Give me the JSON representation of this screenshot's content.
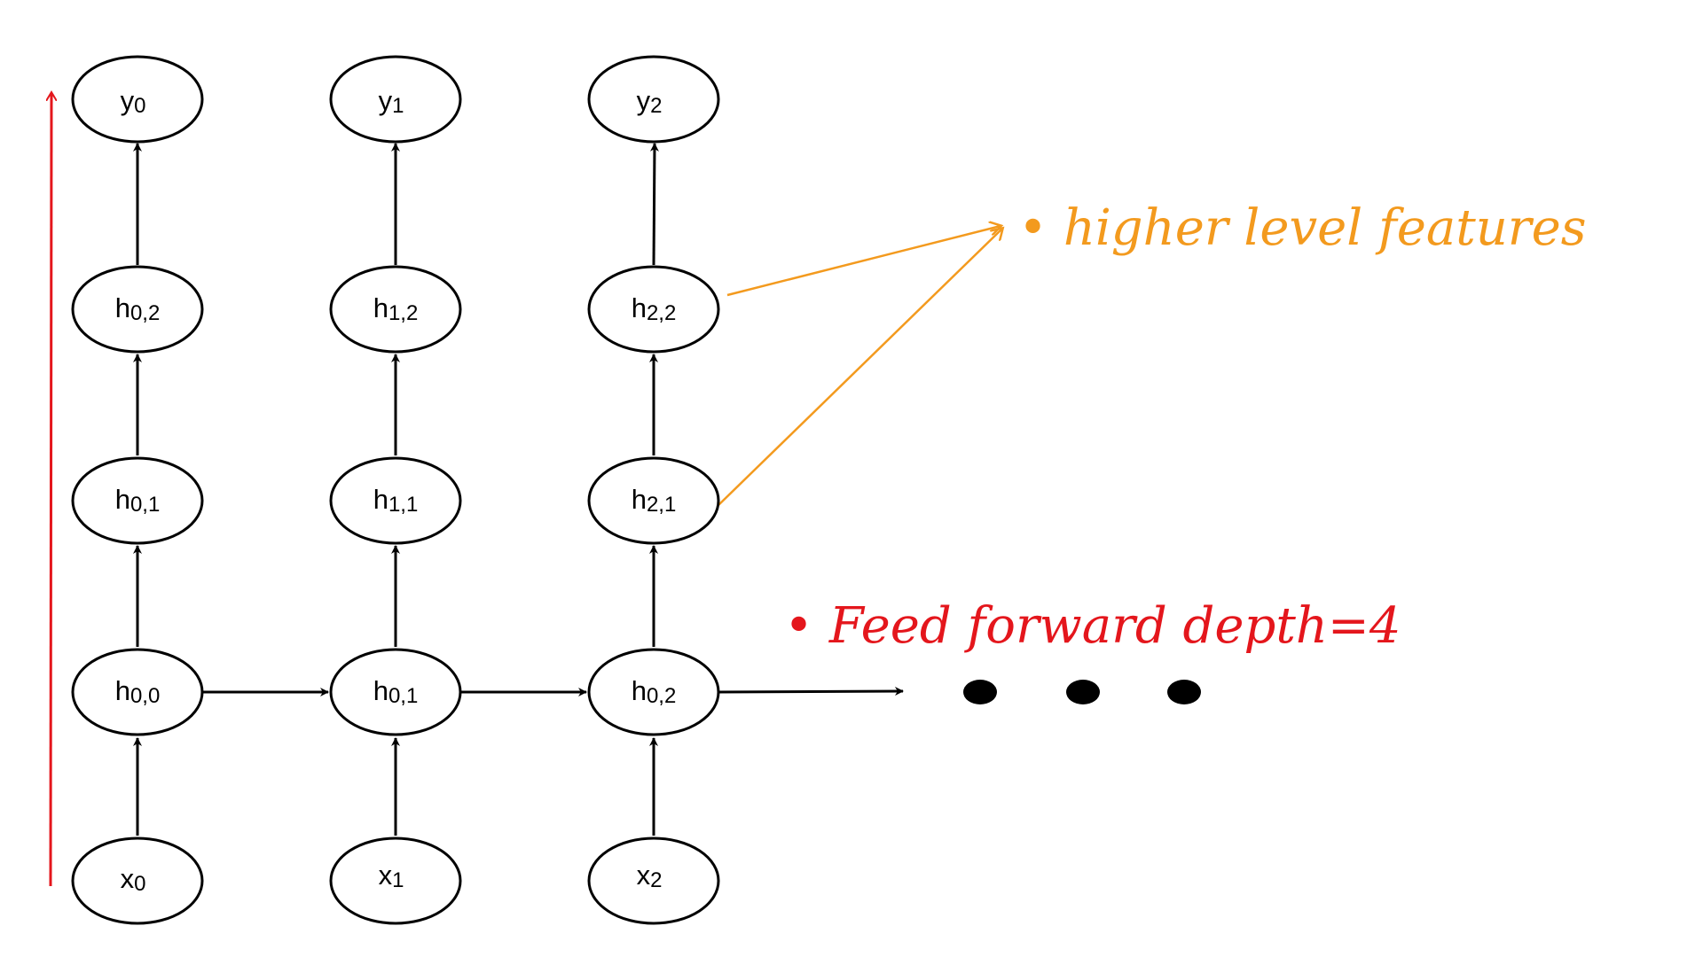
{
  "colors": {
    "node_stroke": "#000000",
    "depth_arrow": "#e4161c",
    "annotation_orange": "#f39a1e",
    "annotation_red": "#e4161c"
  },
  "nodes": {
    "y0": {
      "main": "y",
      "sub": "0"
    },
    "y1": {
      "main": "y",
      "sub": "1"
    },
    "y2": {
      "main": "y",
      "sub": "2"
    },
    "h02_top": {
      "main": "h",
      "sub": "0,2"
    },
    "h12": {
      "main": "h",
      "sub": "1,2"
    },
    "h22": {
      "main": "h",
      "sub": "2,2"
    },
    "h01_mid": {
      "main": "h",
      "sub": "0,1"
    },
    "h11": {
      "main": "h",
      "sub": "1,1"
    },
    "h21": {
      "main": "h",
      "sub": "2,1"
    },
    "h00": {
      "main": "h",
      "sub": "0,0"
    },
    "h01_bot": {
      "main": "h",
      "sub": "0,1"
    },
    "h02_bot": {
      "main": "h",
      "sub": "0,2"
    },
    "x0": {
      "main": "x",
      "sub": "0"
    },
    "x1": {
      "main": "x",
      "sub": "1"
    },
    "x2": {
      "main": "x",
      "sub": "2"
    }
  },
  "annotations": {
    "higher_level": "• higher level features",
    "feed_forward": "• Feed forward depth=4"
  },
  "continuation_dots": 3
}
